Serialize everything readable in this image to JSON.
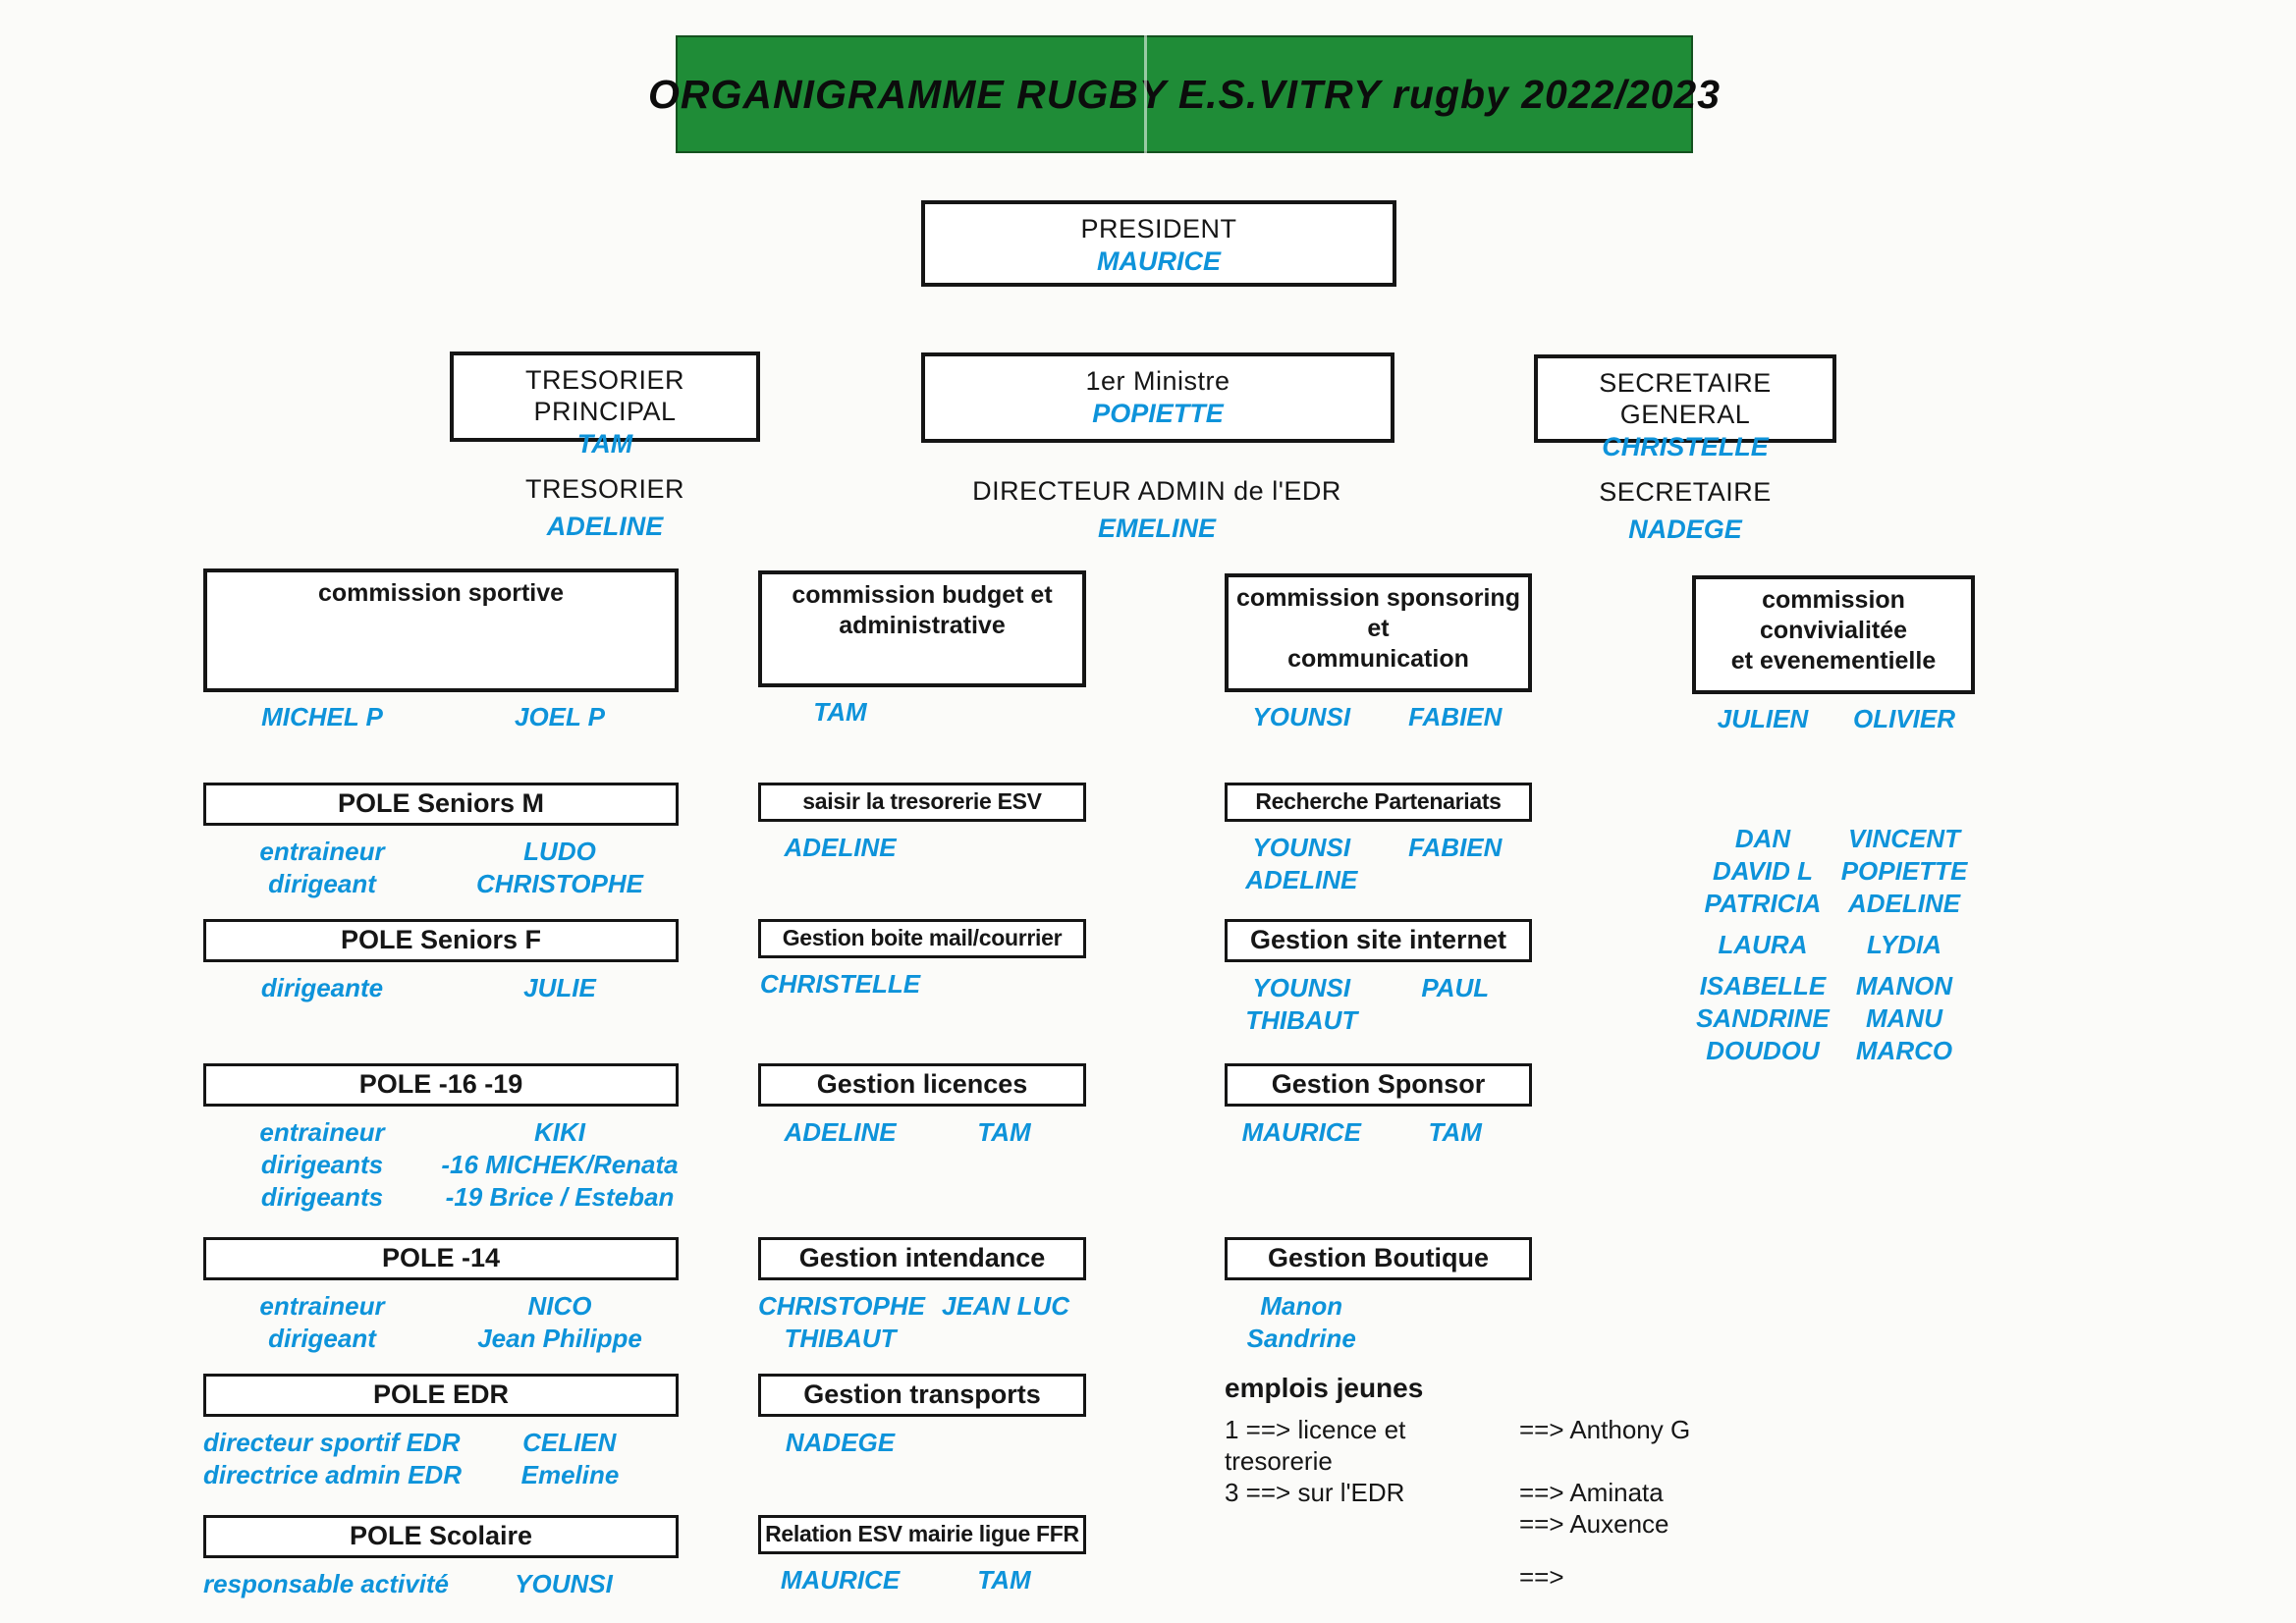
{
  "colors": {
    "banner_green": "#1f8c37",
    "name_blue": "#0e93da",
    "ink": "#161616",
    "paper": "#fbfbf9"
  },
  "banner": {
    "title": "ORGANIGRAMME RUGBY E.S.VITRY rugby 2022/2023"
  },
  "leadership": {
    "president": {
      "role": "PRESIDENT",
      "name": "MAURICE"
    },
    "officers": [
      {
        "role": "TRESORIER PRINCIPAL",
        "name": "TAM"
      },
      {
        "role": "1er Ministre",
        "name": "POPIETTE"
      },
      {
        "role": "SECRETAIRE GENERAL",
        "name": "CHRISTELLE"
      }
    ],
    "deputies": [
      {
        "role": "TRESORIER",
        "name": "ADELINE"
      },
      {
        "role": "DIRECTEUR ADMIN de l'EDR",
        "name": "EMELINE"
      },
      {
        "role": "SECRETAIRE",
        "name": "NADEGE"
      }
    ]
  },
  "commissions": [
    {
      "line1": "commission sportive",
      "line2": "",
      "members": [
        "MICHEL P",
        "JOEL P"
      ]
    },
    {
      "line1": "commission budget et",
      "line2": "administrative",
      "members": [
        "TAM",
        ""
      ]
    },
    {
      "line1": "commission sponsoring et",
      "line2": "communication",
      "members": [
        "YOUNSI",
        "FABIEN"
      ]
    },
    {
      "line1": "commission convivialitée",
      "line2": "et evenementielle",
      "members": [
        "JULIEN",
        "OLIVIER"
      ]
    }
  ],
  "poles": [
    {
      "title": "POLE Seniors M",
      "rows": [
        {
          "label": "entraineur",
          "value": "LUDO"
        },
        {
          "label": "dirigeant",
          "value": "CHRISTOPHE"
        }
      ]
    },
    {
      "title": "POLE Seniors F",
      "rows": [
        {
          "label": "dirigeante",
          "value": "JULIE"
        }
      ]
    },
    {
      "title": "POLE  -16 -19",
      "rows": [
        {
          "label": "entraineur",
          "value": "KIKI"
        },
        {
          "label": "dirigeants",
          "value": "-16 MICHEK/Renata"
        },
        {
          "label": "dirigeants",
          "value": "-19 Brice / Esteban"
        }
      ]
    },
    {
      "title": "POLE  -14",
      "rows": [
        {
          "label": "entraineur",
          "value": "NICO"
        },
        {
          "label": "dirigeant",
          "value": "Jean Philippe"
        }
      ]
    },
    {
      "title": "POLE EDR",
      "rows": [
        {
          "label": "directeur sportif EDR",
          "value": "CELIEN"
        },
        {
          "label": "directrice admin EDR",
          "value": "Emeline"
        }
      ]
    },
    {
      "title": "POLE Scolaire",
      "rows": [
        {
          "label": "responsable activité",
          "value": "YOUNSI"
        }
      ]
    }
  ],
  "tasks_center": [
    {
      "title": "saisir la tresorerie ESV",
      "rows": [
        {
          "a": "ADELINE",
          "b": ""
        }
      ]
    },
    {
      "title": "Gestion boite mail/courrier",
      "rows": [
        {
          "a": "CHRISTELLE",
          "b": ""
        }
      ]
    },
    {
      "title": "Gestion licences",
      "rows": [
        {
          "a": "ADELINE",
          "b": "TAM"
        }
      ]
    },
    {
      "title": "Gestion intendance",
      "rows": [
        {
          "a": "CHRISTOPHE",
          "b": "JEAN LUC"
        },
        {
          "a": "THIBAUT",
          "b": ""
        }
      ]
    },
    {
      "title": "Gestion transports",
      "rows": [
        {
          "a": "NADEGE",
          "b": ""
        }
      ]
    },
    {
      "title": "Relation ESV mairie ligue FFR",
      "rows": [
        {
          "a": "MAURICE",
          "b": "TAM"
        }
      ]
    }
  ],
  "tasks_right": [
    {
      "title": "Recherche Partenariats",
      "rows": [
        {
          "a": "YOUNSI",
          "b": "FABIEN"
        },
        {
          "a": "ADELINE",
          "b": ""
        }
      ]
    },
    {
      "title": "Gestion site internet",
      "rows": [
        {
          "a": "YOUNSI",
          "b": "PAUL"
        },
        {
          "a": "THIBAUT",
          "b": ""
        }
      ]
    },
    {
      "title": "Gestion Sponsor",
      "rows": [
        {
          "a": "MAURICE",
          "b": "TAM"
        }
      ]
    },
    {
      "title": "Gestion Boutique",
      "rows": [
        {
          "a": "Manon",
          "b": ""
        },
        {
          "a": "Sandrine",
          "b": ""
        }
      ]
    }
  ],
  "volunteers": [
    {
      "a": "DAN",
      "b": "VINCENT"
    },
    {
      "a": "DAVID L",
      "b": "POPIETTE"
    },
    {
      "a": "PATRICIA",
      "b": "ADELINE"
    },
    {
      "a": "LAURA",
      "b": "LYDIA"
    },
    {
      "a": "ISABELLE",
      "b": "MANON"
    },
    {
      "a": "SANDRINE",
      "b": "MANU"
    },
    {
      "a": "DOUDOU",
      "b": "MARCO"
    }
  ],
  "emplois_jeunes": {
    "title": "emplois jeunes",
    "rows": [
      {
        "left": "1 ==> licence et tresorerie",
        "right": "==> Anthony G"
      },
      {
        "left": "3 ==> sur l'EDR",
        "right": "==> Aminata"
      },
      {
        "left": "",
        "right": "==> Auxence"
      },
      {
        "left": "",
        "right": "==>"
      }
    ]
  }
}
